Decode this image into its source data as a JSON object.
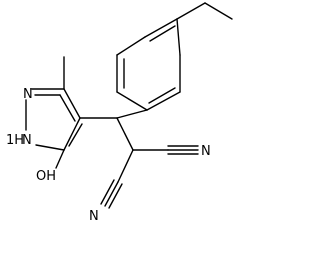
{
  "atoms": {
    "n_top": "N",
    "nh": "1H",
    "nh_n": "N",
    "oh": "OH",
    "n_cn_upper": "N",
    "n_cn_lower": "N"
  }
}
